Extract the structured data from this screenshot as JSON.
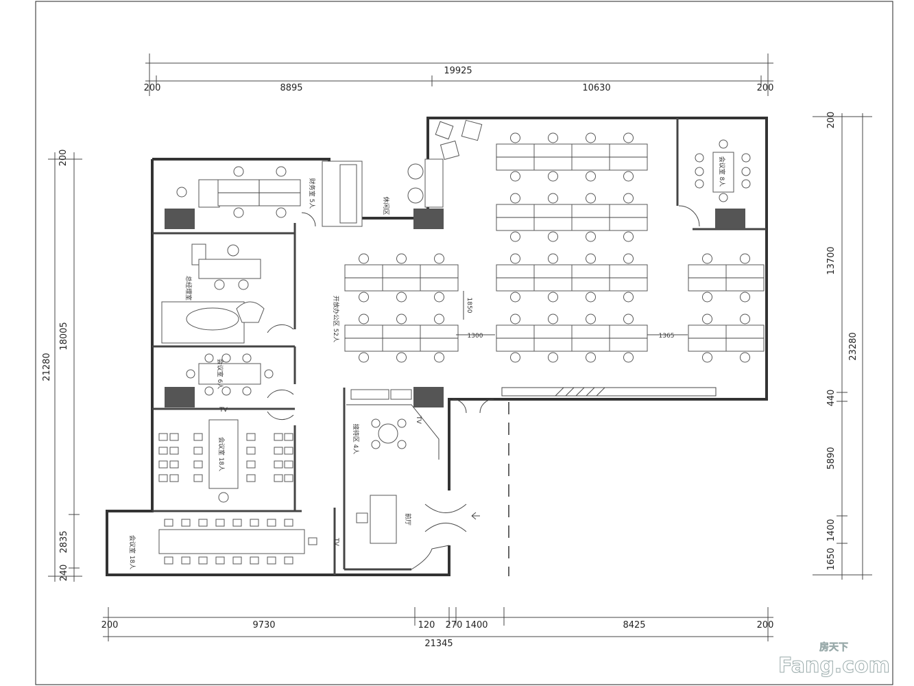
{
  "dimensions": {
    "top_total": "19925",
    "top_segments": [
      "200",
      "8895",
      "10630",
      "200"
    ],
    "bottom_total": "21345",
    "bottom_segments": [
      "200",
      "9730",
      "120",
      "270",
      "1400",
      "8425",
      "200"
    ],
    "left_total": "21280",
    "left_segments": [
      "200",
      "18005",
      "2835",
      "240"
    ],
    "right_total": "23280",
    "right_segments": [
      "200",
      "13700",
      "440",
      "5890",
      "1400",
      "1650"
    ],
    "inner_gaps": [
      "1300",
      "1365",
      "1850"
    ]
  },
  "rooms": {
    "finance": "财务室 5人",
    "general_manager": "总经理室",
    "meeting_small": "会议室 6人",
    "meeting_large": "会议室 18人",
    "meeting_bottom": "会议室 18人",
    "meeting_8": "会议室 8人",
    "lounge": "休闲区",
    "open_office": "开放办公区 52人",
    "reception": "接待区 4人",
    "front_desk": "前厅",
    "tv": "TV"
  },
  "watermark": {
    "brand": "Fang.com",
    "cn": "房天下"
  }
}
